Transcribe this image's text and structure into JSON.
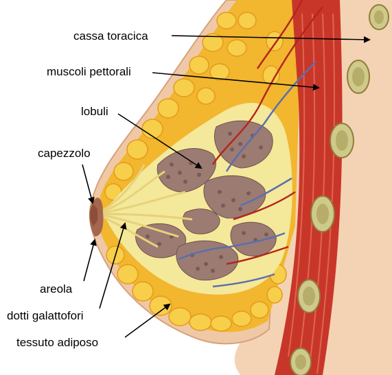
{
  "labels": {
    "rib_cage": "cassa toracica",
    "pectoral_muscles": "muscoli pettorali",
    "lobules": "lobuli",
    "nipple": "capezzolo",
    "areola": "areola",
    "milk_ducts": "dotti galattofori",
    "adipose_tissue": "tessuto adiposo"
  },
  "colors": {
    "skin": "#f4d3b4",
    "fat": "#f2b62f",
    "fat_lobule": "#f7cf4a",
    "muscle": "#c8362a",
    "muscle_light": "#d9523e",
    "rib": "#cfc98a",
    "rib_core": "#b7ad6a",
    "gland": "#9c7b72",
    "gland_dots": "#7a5a55",
    "stroma": "#f4e89a",
    "artery": "#b3261e",
    "vein": "#5a6fae",
    "nipple": "#a5664e"
  }
}
